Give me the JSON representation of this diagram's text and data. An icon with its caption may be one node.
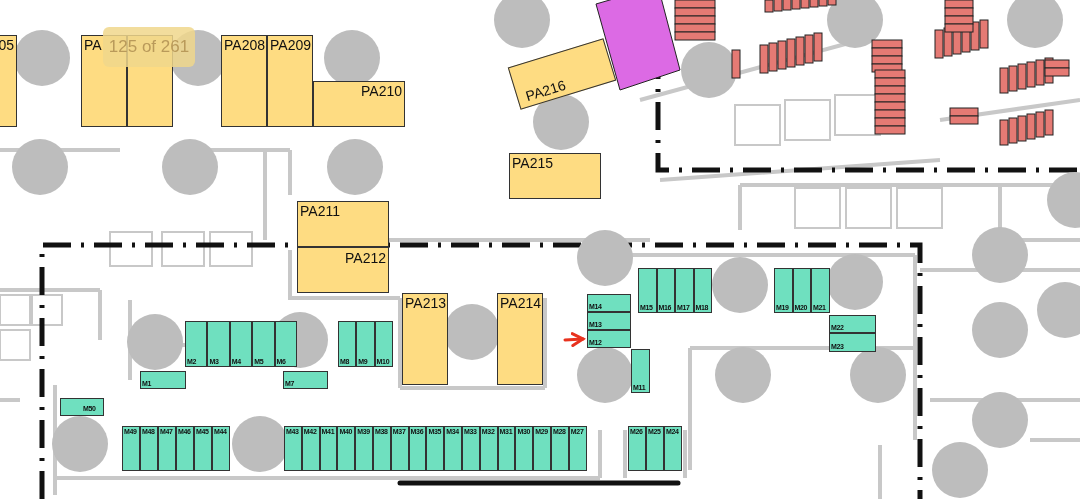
{
  "diagram": {
    "nodes": [
      {
        "text": [
          "05"
        ]
      },
      {
        "text": [
          "PA"
        ]
      },
      {
        "text": [],
        "shape": "box"
      },
      {
        "text": [
          "PA208"
        ]
      },
      {
        "text": [
          "PA209"
        ]
      },
      {
        "text": [
          "PA210"
        ]
      },
      {
        "text": [
          "PA216"
        ]
      },
      {
        "text": [
          "PA215"
        ]
      },
      {
        "text": [
          "PA211"
        ]
      },
      {
        "text": [
          "PA212"
        ]
      },
      {
        "text": [
          "PA213"
        ]
      },
      {
        "text": [
          "PA214"
        ]
      },
      {
        "text": [
          "M15"
        ]
      },
      {
        "text": [
          "M16"
        ]
      },
      {
        "text": [
          "M17"
        ]
      },
      {
        "text": [
          "M18"
        ]
      },
      {
        "text": [
          "M19"
        ]
      },
      {
        "text": [
          "M20"
        ]
      },
      {
        "text": [
          "M21"
        ]
      },
      {
        "text": [
          "M14"
        ]
      },
      {
        "text": [
          "M2"
        ]
      },
      {
        "text": [
          "M3"
        ]
      },
      {
        "text": [
          "M4"
        ]
      },
      {
        "text": [
          "M5"
        ]
      },
      {
        "text": [
          "M6"
        ]
      },
      {
        "text": [
          "M8"
        ]
      },
      {
        "text": [
          "M9"
        ]
      },
      {
        "text": [
          "M10"
        ]
      },
      {
        "text": [
          "M13"
        ]
      },
      {
        "text": [
          "M22"
        ]
      },
      {
        "text": [
          "M12"
        ]
      },
      {
        "text": [
          "M23"
        ]
      },
      {
        "text": [
          "M1"
        ]
      },
      {
        "text": [
          "M7"
        ]
      },
      {
        "text": [
          "M11"
        ]
      },
      {
        "text": [
          "M50"
        ]
      },
      {
        "text": [
          "M49"
        ]
      },
      {
        "text": [
          "M48"
        ]
      },
      {
        "text": [
          "M47"
        ]
      },
      {
        "text": [
          "M46"
        ]
      },
      {
        "text": [
          "M45"
        ]
      },
      {
        "text": [
          "M44"
        ]
      },
      {
        "text": [
          "M43"
        ]
      },
      {
        "text": [
          "M42"
        ]
      },
      {
        "text": [
          "M41"
        ]
      },
      {
        "text": [
          "M40"
        ]
      },
      {
        "text": [
          "M39"
        ]
      },
      {
        "text": [
          "M38"
        ]
      },
      {
        "text": [
          "M37"
        ]
      },
      {
        "text": [
          "M36"
        ]
      },
      {
        "text": [
          "M35"
        ]
      },
      {
        "text": [
          "M34"
        ]
      },
      {
        "text": [
          "M33"
        ]
      },
      {
        "text": [
          "M32"
        ]
      },
      {
        "text": [
          "M31"
        ]
      },
      {
        "text": [
          "M30"
        ]
      },
      {
        "text": [
          "M29"
        ]
      },
      {
        "text": [
          "M28"
        ]
      },
      {
        "text": [
          "M27"
        ]
      },
      {
        "text": [
          "M26"
        ]
      },
      {
        "text": [
          "M25"
        ]
      },
      {
        "text": [
          "M24"
        ]
      },
      {
        "text": [],
        "shape": "box"
      }
    ],
    "edges": [
      {
        "from": null,
        "to": 30,
        "arrow": "to",
        "color": "#e8321e"
      }
    ],
    "labels": [
      "125 of 261"
    ]
  }
}
